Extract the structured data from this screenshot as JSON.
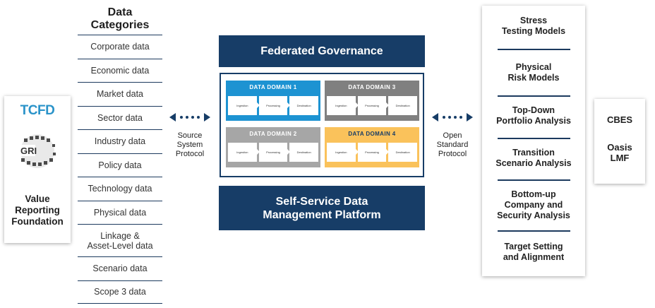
{
  "standards": {
    "tcfd_logo": "TCFD",
    "gri_logo": "GRI",
    "organization": "Value\nReporting\nFoundation"
  },
  "categories": {
    "title": "Data\nCategories",
    "items": [
      "Corporate data",
      "Economic data",
      "Market data",
      "Sector data",
      "Industry data",
      "Policy data",
      "Technology data",
      "Physical data",
      "Linkage &\nAsset-Level data",
      "Scenario data",
      "Scope 3 data"
    ]
  },
  "left_connector": {
    "label": "Source\nSystem\nProtocol"
  },
  "right_connector": {
    "label": "Open\nStandard\nProtocol"
  },
  "platform": {
    "governance": "Federated Governance",
    "self_service": "Self-Service Data\nManagement Platform",
    "domains": [
      {
        "title": "DATA DOMAIN 1",
        "color": "#1d93d2",
        "steps": [
          "Ingestion",
          "Processing",
          "Destination"
        ]
      },
      {
        "title": "DATA DOMAIN 3",
        "color": "#808080",
        "steps": [
          "Ingestion",
          "Processing",
          "Destination"
        ]
      },
      {
        "title": "DATA DOMAIN 2",
        "color": "#a6a6a6",
        "steps": [
          "Ingestion",
          "Processing",
          "Destination"
        ]
      },
      {
        "title": "DATA DOMAIN 4",
        "color": "#fac25b",
        "steps": [
          "Ingestion",
          "Processing",
          "Destination"
        ]
      }
    ]
  },
  "models": [
    "Stress\nTesting Models",
    "Physical\nRisk Models",
    "Top-Down\nPortfolio Analysis",
    "Transition\nScenario Analysis",
    "Bottom-up\nCompany and\nSecurity Analysis",
    "Target Setting\nand Alignment"
  ],
  "tools": [
    "CBES",
    "Oasis\nLMF"
  ],
  "colors": {
    "navy": "#173d67",
    "tcfd_blue": "#2a93c9"
  }
}
